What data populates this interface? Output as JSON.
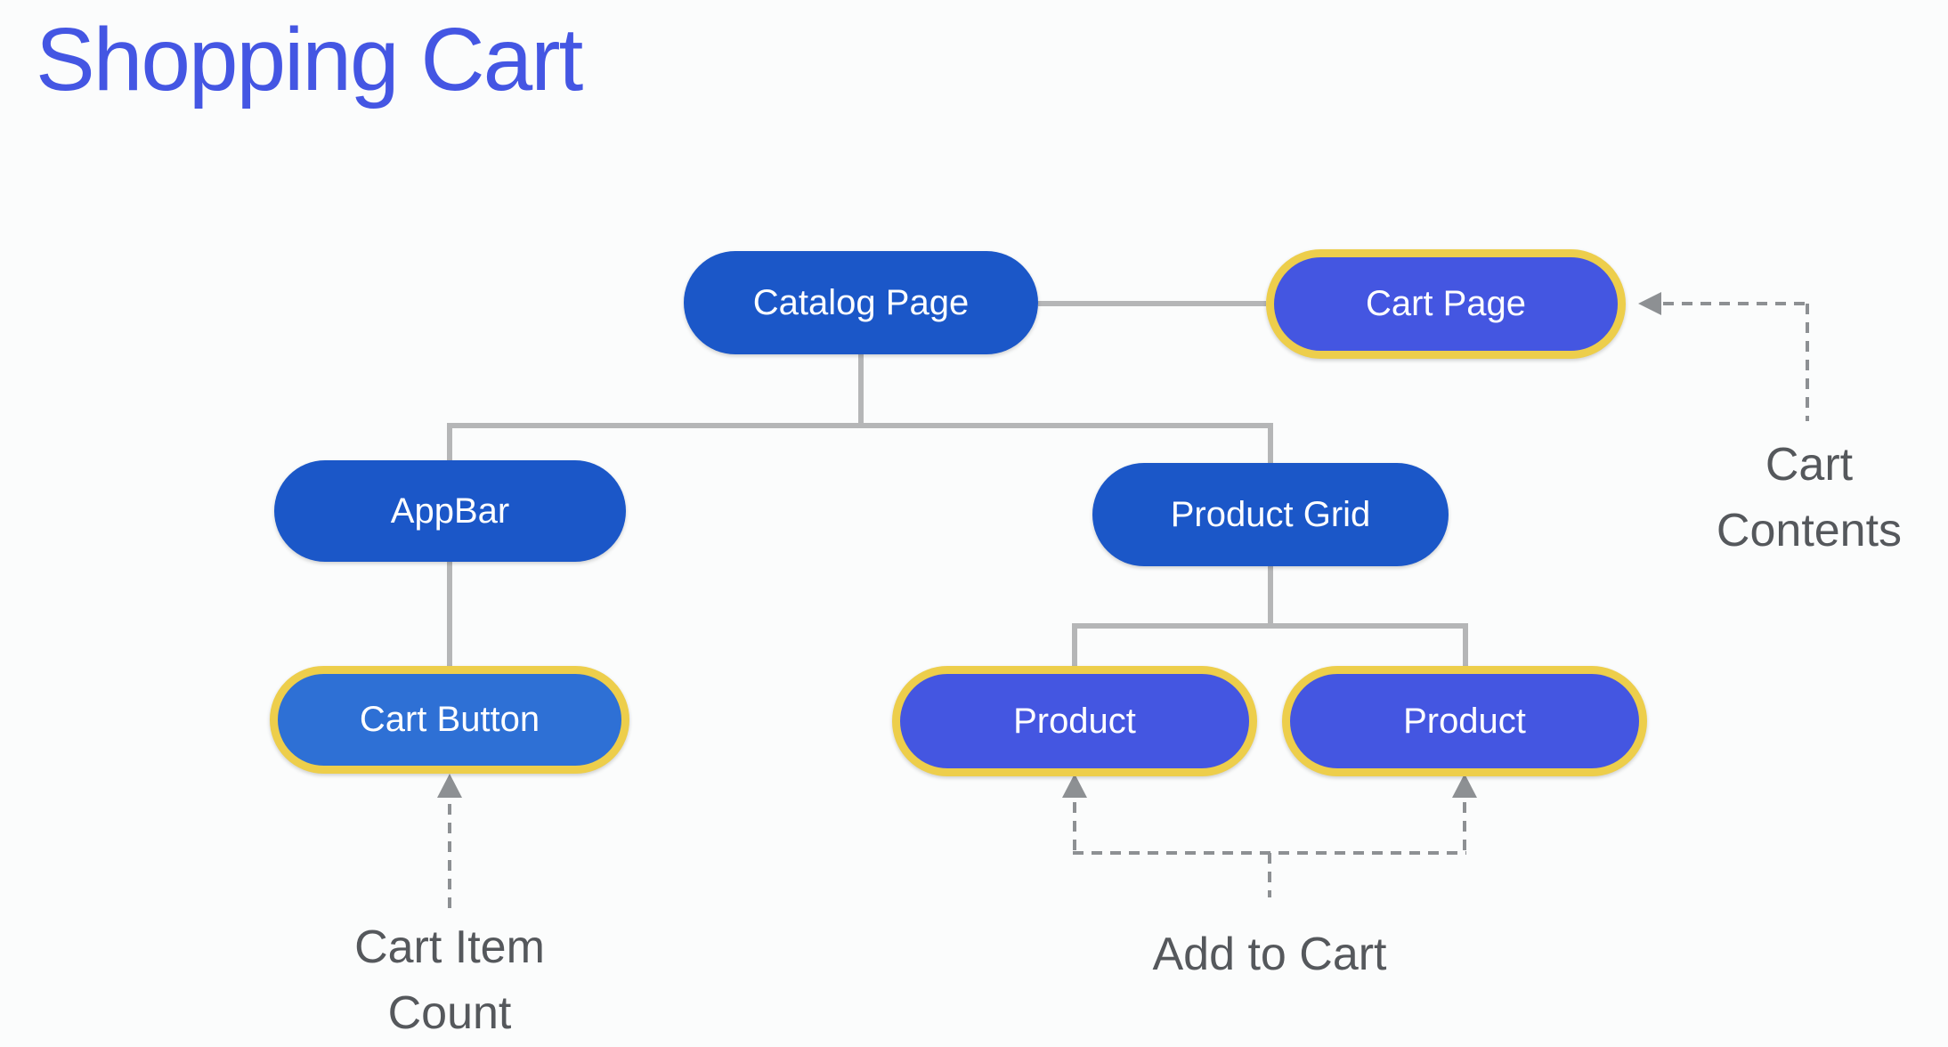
{
  "title": "Shopping Cart",
  "colors": {
    "title_text": "#4456e3",
    "node_primary": "#1b57c8",
    "node_violet": "#4456e1",
    "node_azure": "#2e70d5",
    "highlight_border": "#edce4b",
    "node_text": "#ffffff",
    "connector_solid": "#b5b6b7",
    "connector_dashed": "#8d9093",
    "annotation_text": "#55585c",
    "background": "#fbfcfc"
  },
  "nodes": {
    "catalog_page": {
      "label": "Catalog Page"
    },
    "cart_page": {
      "label": "Cart Page"
    },
    "appbar": {
      "label": "AppBar"
    },
    "product_grid": {
      "label": "Product Grid"
    },
    "cart_button": {
      "label": "Cart Button"
    },
    "product_left": {
      "label": "Product"
    },
    "product_right": {
      "label": "Product"
    }
  },
  "annotations": {
    "cart_item_count": {
      "line1": "Cart Item",
      "line2": "Count"
    },
    "add_to_cart": {
      "line1": "Add to Cart"
    },
    "cart_contents": {
      "line1": "Cart",
      "line2": "Contents"
    }
  }
}
